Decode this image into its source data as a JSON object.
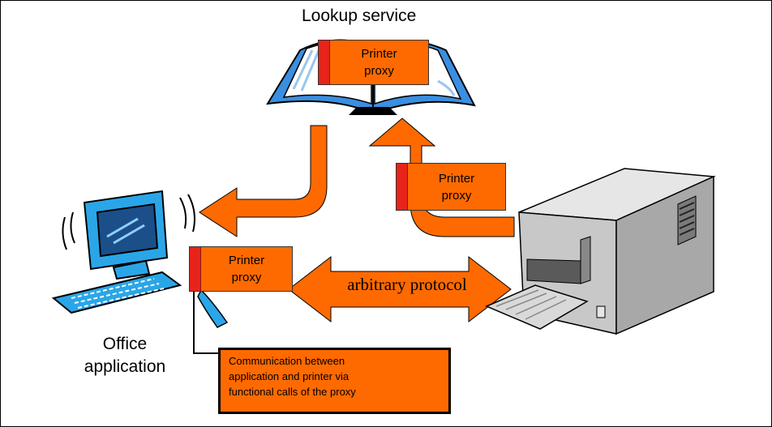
{
  "lookup_service": {
    "title": "Lookup service"
  },
  "office": {
    "label_line1": "Office",
    "label_line2": "application"
  },
  "proxies": {
    "lookup": {
      "line1": "Printer",
      "line2": "proxy"
    },
    "printer": {
      "line1": "Printer",
      "line2": "proxy"
    },
    "office": {
      "line1": "Printer",
      "line2": "proxy"
    }
  },
  "protocol": {
    "label": "arbitrary protocol"
  },
  "callout": {
    "line1": "Communication between",
    "line2": "application and printer via",
    "line3": "functional calls of the proxy"
  },
  "colors": {
    "arrow_orange": "#ff6a00",
    "proxy_stripe": "#e8231a",
    "book_blue": "#3a8fe0",
    "monitor_blue": "#2aa6e8",
    "printer_gray": "#c8c8c8"
  },
  "icons": [
    "book-icon",
    "computer-icon",
    "printer-icon"
  ]
}
